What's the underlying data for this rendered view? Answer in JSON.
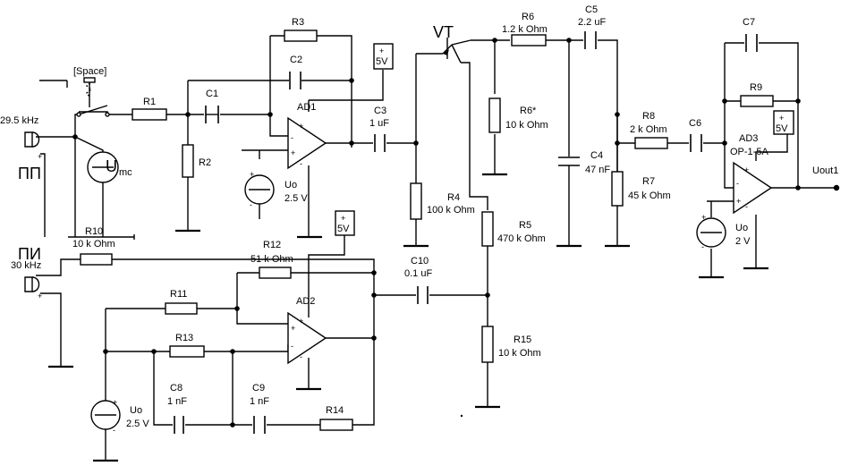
{
  "labels": {
    "space": "[Space]",
    "f1": "29.5 kHz",
    "f2": "30 kHz",
    "pp": "ПП",
    "pi": "ПИ",
    "umc": "U",
    "umc_sub": "mc",
    "vt": "VT",
    "ad1": "AD1",
    "ad2": "AD2",
    "ad3": "AD3",
    "op": "OP-1-5A",
    "uout": "Uout1"
  },
  "power": "5V",
  "plus": "+",
  "minus": "-",
  "resistors": {
    "r1": {
      "name": "R1",
      "value": ""
    },
    "r2": {
      "name": "R2",
      "value": ""
    },
    "r3": {
      "name": "R3",
      "value": ""
    },
    "r4": {
      "name": "R4",
      "value": "100 k Ohm"
    },
    "r5": {
      "name": "R5",
      "value": "470 k Ohm"
    },
    "r6": {
      "name": "R6",
      "value": "1.2 k Ohm"
    },
    "r6s": {
      "name": "R6*",
      "value": "10 k Ohm"
    },
    "r7": {
      "name": "R7",
      "value": "45 k Ohm"
    },
    "r8": {
      "name": "R8",
      "value": "2 k Ohm"
    },
    "r9": {
      "name": "R9",
      "value": ""
    },
    "r10": {
      "name": "R10",
      "value": "10 k Ohm"
    },
    "r11": {
      "name": "R11",
      "value": ""
    },
    "r12": {
      "name": "R12",
      "value": "51 k Ohm"
    },
    "r13": {
      "name": "R13",
      "value": ""
    },
    "r14": {
      "name": "R14",
      "value": ""
    },
    "r15": {
      "name": "R15",
      "value": "10 k Ohm"
    }
  },
  "capacitors": {
    "c1": {
      "name": "C1",
      "value": ""
    },
    "c2": {
      "name": "C2",
      "value": ""
    },
    "c3": {
      "name": "C3",
      "value": "1 uF"
    },
    "c4": {
      "name": "C4",
      "value": "47 nF"
    },
    "c5": {
      "name": "C5",
      "value": "2.2 uF"
    },
    "c6": {
      "name": "C6",
      "value": ""
    },
    "c7": {
      "name": "C7",
      "value": ""
    },
    "c8": {
      "name": "C8",
      "value": "1 nF"
    },
    "c9": {
      "name": "C9",
      "value": "1 nF"
    },
    "c10": {
      "name": "C10",
      "value": "0.1 uF"
    }
  },
  "sources": {
    "u1": {
      "name": "Uo",
      "value": "2.5 V"
    },
    "u2": {
      "name": "Uo",
      "value": "2.5 V"
    },
    "u3": {
      "name": "Uo",
      "value": "2 V"
    }
  }
}
